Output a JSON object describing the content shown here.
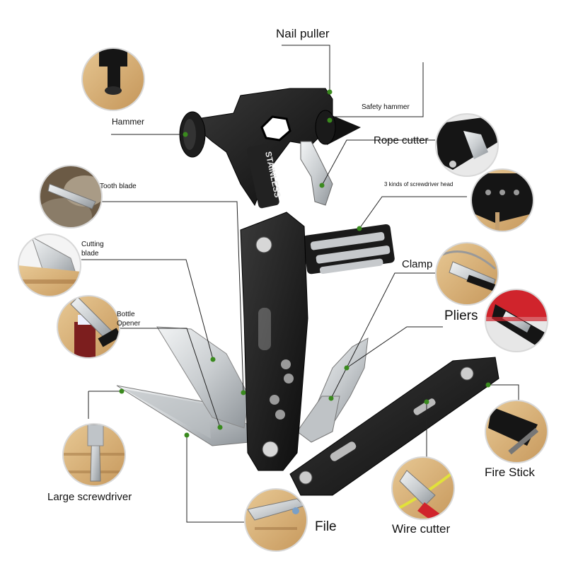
{
  "product": {
    "embossed_text": "STAINLESS",
    "colors": {
      "handle": "#151515",
      "steel": "#cfd3d6",
      "steel_dark": "#8f959a",
      "wood": "#d9b57f",
      "accent_red": "#d0242c",
      "callout_line": "#222222",
      "callout_dot": "#3a8a1e"
    }
  },
  "labels": {
    "nail_puller": "Nail puller",
    "safety_hammer": "Safety hammer",
    "hammer": "Hammer",
    "rope_cutter": "Rope cutter",
    "tooth_blade": "Tooth blade",
    "screwdriver_heads": "3 kinds of screwdriver head",
    "cutting_blade_1": "Cutting",
    "cutting_blade_2": "blade",
    "clamp": "Clamp",
    "bottle_opener_1": "Bottle",
    "bottle_opener_2": "Opener",
    "pliers": "Pliers",
    "large_screwdriver": "Large screwdriver",
    "fire_stick": "Fire Stick",
    "file": "File",
    "wire_cutter": "Wire cutter"
  },
  "icons": [
    "hammer-detail-icon",
    "safety-hammer-detail-icon",
    "tooth-blade-detail-icon",
    "screwdriver-head-detail-icon",
    "cutting-blade-detail-icon",
    "clamp-detail-icon",
    "bottle-opener-detail-icon",
    "pliers-detail-icon",
    "large-screwdriver-detail-icon",
    "fire-stick-detail-icon",
    "file-detail-icon",
    "wire-cutter-detail-icon"
  ]
}
